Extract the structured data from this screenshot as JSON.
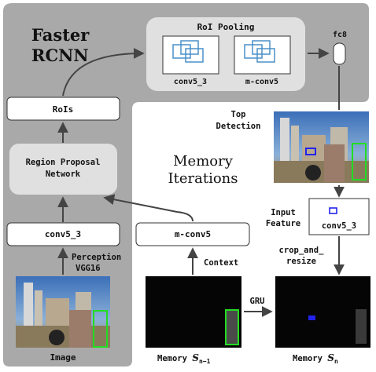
{
  "title_faster": "Faster",
  "title_rcnn": "RCNN",
  "roi_pooling": {
    "title": "RoI Pooling",
    "left_label": "conv5_3",
    "right_label": "m-conv5"
  },
  "fc8": "fc8",
  "rois": "RoIs",
  "rpn": {
    "line1": "Region Proposal",
    "line2": "Network"
  },
  "conv5_left": "conv5_3",
  "perception": {
    "line1": "Perception",
    "line2": "VGG16"
  },
  "image_label": "Image",
  "memory_iterations": {
    "line1": "Memory",
    "line2": "Iterations"
  },
  "mconv5_box": "m-conv5",
  "context": "Context",
  "memory_prev": {
    "prefix": "Memory ",
    "sym": "S",
    "sub": "n−1"
  },
  "gru": "GRU",
  "memory_cur": {
    "prefix": "Memory ",
    "sym": "S",
    "sub": "n"
  },
  "top_detection": {
    "line1": "Top",
    "line2": "Detection"
  },
  "input_feature": {
    "line1": "Input",
    "line2": "Feature"
  },
  "conv5_right": "conv5_3",
  "crop_resize": {
    "line1": "crop_and_",
    "line2": "resize"
  },
  "colors": {
    "panel": "#a9a9a9",
    "roi_panel": "#e0e0e0",
    "rpn_box": "#e0e0e0",
    "roi_square": "#4a90c8",
    "arrow": "#444444",
    "detect_green": "#22dd22",
    "detect_blue": "#2222ee"
  }
}
